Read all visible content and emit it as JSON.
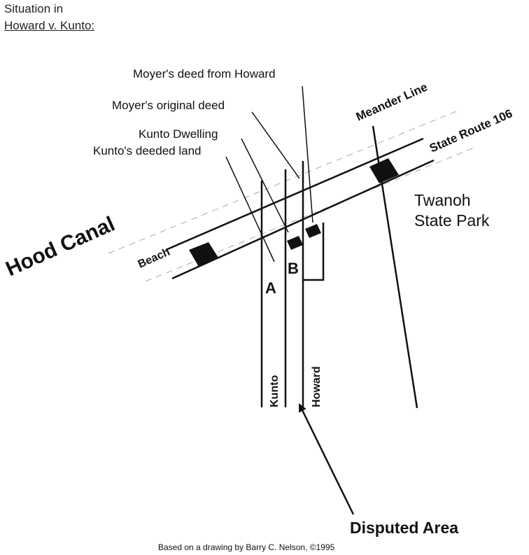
{
  "title": {
    "line1": "Situation in",
    "line2": "Howard v. Kunto:"
  },
  "labels": {
    "moyer_deed_howard": "Moyer's deed from Howard",
    "moyer_original": "Moyer's original deed",
    "kunto_dwelling": "Kunto Dwelling",
    "kunto_deeded": "Kunto's deeded land",
    "meander_line": "Meander Line",
    "state_route": "State Route 106",
    "twanoh_line1": "Twanoh",
    "twanoh_line2": "State Park",
    "hood_canal": "Hood Canal",
    "beach": "Beach",
    "lot_a": "A",
    "lot_b": "B",
    "kunto_strip": "Kunto",
    "howard_strip": "Howard",
    "disputed_area": "Disputed Area",
    "credit": "Based on a drawing by Barry C. Nelson, ©1995"
  }
}
